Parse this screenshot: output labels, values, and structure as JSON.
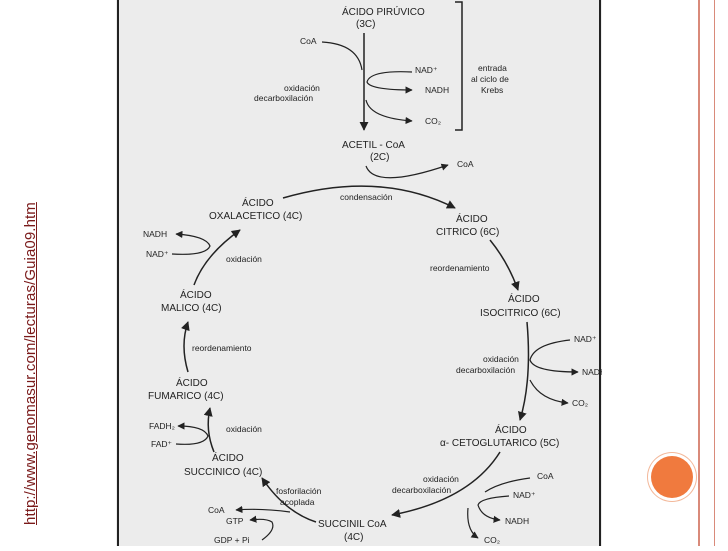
{
  "source_url": "http://www.genomasur.com/lecturas/Guia09.htm",
  "colors": {
    "link": "#7a1a1a",
    "accent": "#f07a3e",
    "frame": "#d98a7a",
    "panel": "#ececec"
  },
  "top": {
    "pyruvic": "ÁCIDO PIRÚVICO",
    "pyruvic_c": "(3C)",
    "coa_in": "CoA",
    "ox_decarb_1": "oxidación",
    "ox_decarb_2": "decarboxilación",
    "nad": "NAD⁺",
    "nadh": "NADH",
    "co2": "CO₂",
    "krebs_entry_1": "entrada",
    "krebs_entry_2": "al ciclo de",
    "krebs_entry_3": "Krebs",
    "acetyl": "ACETIL - CoA",
    "acetyl_c": "(2C)"
  },
  "cycle": {
    "coa_out": "CoA",
    "condensacion": "condensación",
    "citric_1": "ÁCIDO",
    "citric_2": "CITRICO (6C)",
    "reord1": "reordenamiento",
    "isocitric_1": "ÁCIDO",
    "isocitric_2": "ISOCITRICO (6C)",
    "iso_nad": "NAD⁺",
    "iso_nadh": "NADH",
    "iso_ox_1": "oxidación",
    "iso_ox_2": "decarboxilación",
    "iso_co2": "CO₂",
    "keto_1": "ÁCIDO",
    "keto_2": "α- CETOGLUTARICO (5C)",
    "keto_ox_1": "oxidación",
    "keto_ox_2": "decarboxilación",
    "keto_coa": "CoA",
    "keto_nad": "NAD⁺",
    "keto_nadh": "NADH",
    "keto_co2": "CO₂",
    "succinyl_1": "SUCCINIL CoA",
    "succinyl_2": "(4C)",
    "phos_1": "fosforilación",
    "phos_2": "acoplada",
    "coa_s": "CoA",
    "gtp": "GTP",
    "gdp": "GDP + Pi",
    "succinic_1": "ÁCIDO",
    "succinic_2": "SUCCINICO (4C)",
    "fadh": "FADH₂",
    "fad": "FAD⁺",
    "ox3": "oxidación",
    "fumaric_1": "ÁCIDO",
    "fumaric_2": "FUMARICO (4C)",
    "reord2": "reordenamiento",
    "malic_1": "ÁCIDO",
    "malic_2": "MALICO (4C)",
    "ox4": "oxidación",
    "nadh_l": "NADH",
    "nad_l": "NAD⁺",
    "oxal_1": "ÁCIDO",
    "oxal_2": "OXALACETICO (4C)"
  }
}
